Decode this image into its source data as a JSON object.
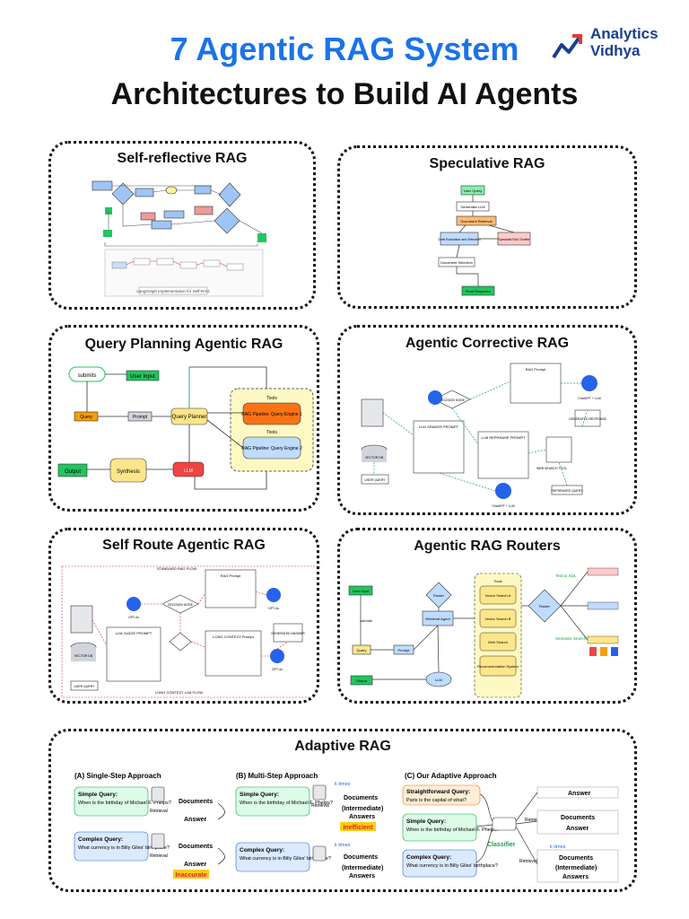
{
  "header": {
    "title_line1": "7 Agentic RAG System",
    "title_line2": "Architectures to Build AI Agents",
    "brand_line1": "Analytics",
    "brand_line2": "Vidhya"
  },
  "colors": {
    "title_blue": "#1a73e8",
    "green_box": "#22c55e",
    "orange_box": "#f59e0b",
    "yellow_box": "#fde68a",
    "blue_box": "#bfdbfe",
    "red_box": "#ef4444"
  },
  "panels": {
    "self_reflective": {
      "title": "Self-reflective RAG",
      "caption": "LangGraph Implementation for Self-RAG"
    },
    "speculative": {
      "title": "Speculative RAG",
      "nodes": [
        "User Query",
        "Generalist LLM",
        "Document Retrieval",
        "Draft Evaluation and Selection",
        "Specialist RAG Drafter",
        "Document Selection",
        "Final Response"
      ]
    },
    "query_planning": {
      "title": "Query Planning Agentic RAG",
      "nodes": {
        "submits": "submits",
        "user_input": "User Input",
        "query": "Query",
        "prompt": "Prompt",
        "query_planner": "Query Planner",
        "tools_label": "Tools",
        "engine1": "RAG Pipeline: Query Engine 1",
        "tools_label2": "Tools",
        "engine2": "RAG Pipeline: Query Engine 2",
        "output": "Output",
        "synthesis": "Synthesis",
        "llm": "LLM"
      }
    },
    "corrective": {
      "title": "Agentic Corrective RAG",
      "nodes": {
        "rag_prompt": "RAG Prompt",
        "decision": "DECISION NODE",
        "chatgpt1": "ChatGPT + LLM",
        "grader": "LLM GRADER PROMPT",
        "rephrase": "LLM REPHRASE PROMPT",
        "generated": "GENERATED RESPONSE",
        "web_search": "WEB SEARCH TOOL",
        "rephrased": "REPHRASED QUERY",
        "chatgpt2": "ChatGPT + LLM",
        "vector_db": "VECTOR DB",
        "user_query": "USER QUERY"
      }
    },
    "self_route": {
      "title": "Self Route Agentic RAG",
      "nodes": {
        "standard_flow": "STANDARD RAG FLOW",
        "rag_prompt": "RAG Prompt",
        "decision": "DECISION NODE",
        "gpt4o_1": "GPT-4o",
        "gpt4o_2": "GPT-4o",
        "gpt4o_3": "GPT-4o",
        "judge": "LLM JUDGE PROMPT",
        "long_prompt": "LONG CONTEXT Prompt",
        "generated": "GENERATED ANSWER",
        "vector_db": "VECTOR DB",
        "user_query": "USER QUERY",
        "long_flow": "LONG CONTEXT LLM FLOW"
      }
    },
    "routers": {
      "title": "Agentic RAG Routers",
      "nodes": {
        "user_input": "User Input",
        "submits": "submits",
        "query": "Query",
        "prompt": "Prompt",
        "router1": "Router",
        "retrieval_agent": "Retrieval Agent",
        "tools": "Tools",
        "vs_a": "Vector Search A",
        "vs_b": "Vector Search B",
        "web": "Web Search",
        "rec": "Recommendation System",
        "router2": "Router",
        "text_to_sql": "Text to SQL",
        "semantic": "Semantic Search",
        "output": "Output",
        "llm": "LLM"
      }
    },
    "adaptive": {
      "title": "Adaptive RAG",
      "a_title": "(A) Single-Step Approach",
      "b_title": "(B) Multi-Step Approach",
      "c_title": "(C) Our Adaptive Approach",
      "simple_q": "Simple Query:",
      "simple_q_text": "When is the birthday of Michael F. Phelps?",
      "complex_q": "Complex Query:",
      "complex_q_text": "What currency is in Billy Giles' birthplace?",
      "straight_q": "Straightforward Query:",
      "straight_q_text": "Paris is the capital of what?",
      "documents": "Documents",
      "answer": "Answer",
      "retrieval": "Retrieval",
      "intermediate": "(Intermediate)",
      "answers": "Answers",
      "k_times": "k times",
      "inefficient": "Inefficient",
      "inaccurate": "Inaccurate",
      "classifier": "Classifier"
    }
  }
}
